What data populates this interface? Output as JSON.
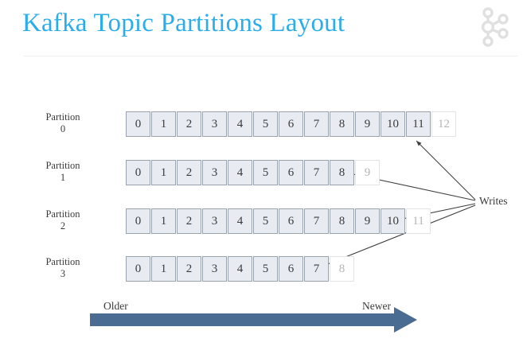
{
  "header": {
    "title": "Kafka Topic Partitions Layout",
    "title_color": "#2badeb",
    "logo_icon": "kafka-logo-icon",
    "logo_color": "#e0e0e0",
    "rule_color": "#ededed"
  },
  "diagram": {
    "colors": {
      "cell_fill": "#e8ecf2",
      "cell_border": "#9aa3ad",
      "empty_fill": "#ffffff",
      "empty_border": "#e3e3e3",
      "empty_text": "#b5b5b5",
      "text": "#3b3b3b",
      "arrow_line": "#3f3f3f",
      "timeline_arrow": "#4a6b92"
    },
    "partitions": [
      {
        "label_line1": "Partition",
        "label_line2": "0",
        "offsets": [
          "0",
          "1",
          "2",
          "3",
          "4",
          "5",
          "6",
          "7",
          "8",
          "9",
          "10",
          "11"
        ],
        "next_offset": "12"
      },
      {
        "label_line1": "Partition",
        "label_line2": "1",
        "offsets": [
          "0",
          "1",
          "2",
          "3",
          "4",
          "5",
          "6",
          "7",
          "8"
        ],
        "next_offset": "9"
      },
      {
        "label_line1": "Partition",
        "label_line2": "2",
        "offsets": [
          "0",
          "1",
          "2",
          "3",
          "4",
          "5",
          "6",
          "7",
          "8",
          "9",
          "10"
        ],
        "next_offset": "11"
      },
      {
        "label_line1": "Partition",
        "label_line2": "3",
        "offsets": [
          "0",
          "1",
          "2",
          "3",
          "4",
          "5",
          "6",
          "7"
        ],
        "next_offset": "8"
      }
    ],
    "writes_label": "Writes",
    "timeline": {
      "older_label": "Older",
      "newer_label": "Newer"
    }
  }
}
